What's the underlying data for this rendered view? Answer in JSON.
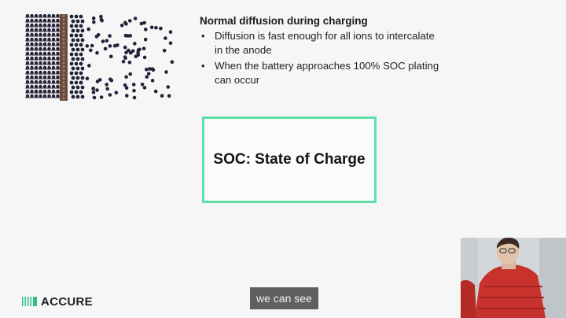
{
  "slide": {
    "heading": "Normal diffusion during charging",
    "bullets": [
      "Diffusion is fast enough for all ions to intercalate in the anode",
      "When the battery approaches 100% SOC plating can occur"
    ],
    "bullet_symbol": "•",
    "callout": "SOC: State of Charge",
    "callout_border_color": "#5fe0a8"
  },
  "branding": {
    "logo_text": "ACCURE",
    "logo_icon": "accure-logo-icon",
    "logo_color": "#2fbf85"
  },
  "video": {
    "caption": "we can see",
    "webcam_icon": "presenter-webcam"
  },
  "diagram": {
    "icon": "ion-diffusion-diagram",
    "ion_color": "#22223a",
    "electrode_color": "#6b4a3a"
  }
}
